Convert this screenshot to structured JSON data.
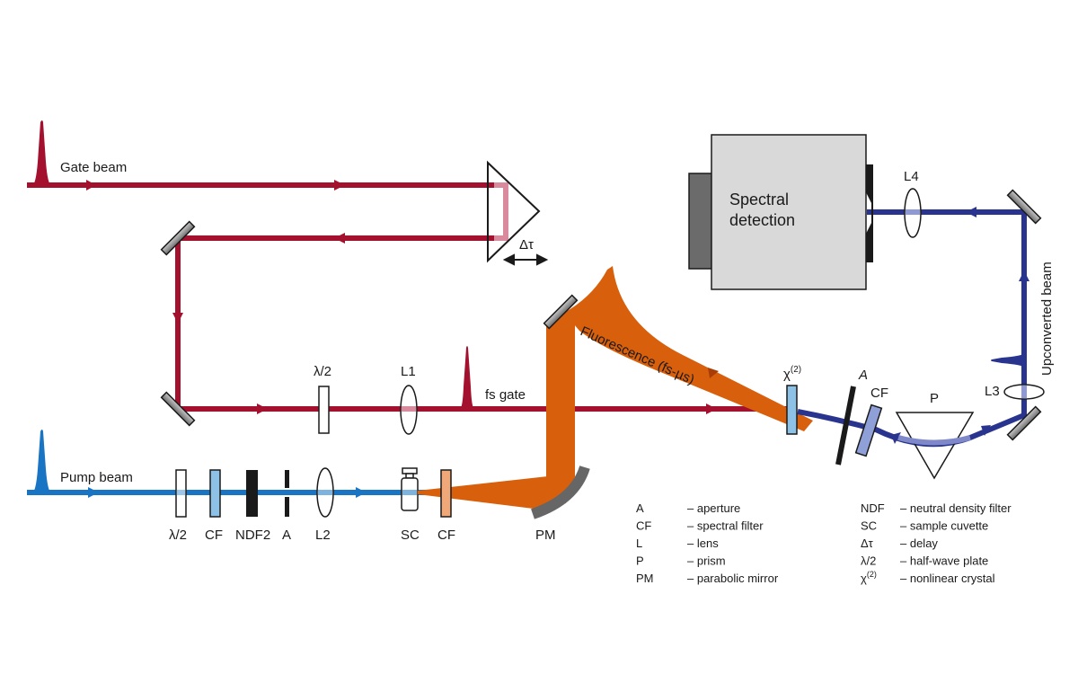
{
  "colors": {
    "gate": "#a3112e",
    "gate_light": "#d98a9c",
    "pump": "#1a74c4",
    "fluor": "#d85f0c",
    "upconv": "#29348f",
    "filter_blue": "#8dc1e6",
    "filter_orange": "#f0a878",
    "detector_fill": "#d9d9d9",
    "detector_dark": "#6b6b6b",
    "parabolic": "#666666"
  },
  "labels": {
    "gate_beam": "Gate beam",
    "pump_beam": "Pump beam",
    "delay": "Δτ",
    "half_wave_top": "λ/2",
    "l1": "L1",
    "fs_gate": "fs gate",
    "fluorescence": "Fluorescence (fs-µs)",
    "chi": "χ",
    "chi_sup": "(2)",
    "aperture_a": "A",
    "cf_top": "CF",
    "prism_p": "P",
    "l3": "L3",
    "l4": "L4",
    "upconverted": "Upconverted beam",
    "spectral_line1": "Spectral",
    "spectral_line2": "detection",
    "bottom_half_wave": "λ/2",
    "bottom_cf1": "CF",
    "bottom_ndf2": "NDF2",
    "bottom_a": "A",
    "bottom_l2": "L2",
    "bottom_sc": "SC",
    "bottom_cf2": "CF",
    "bottom_pm": "PM"
  },
  "legend_left": [
    {
      "key": "A",
      "desc": "– aperture"
    },
    {
      "key": "CF",
      "desc": "– spectral filter"
    },
    {
      "key": "L",
      "desc": "– lens"
    },
    {
      "key": "P",
      "desc": "– prism"
    },
    {
      "key": "PM",
      "desc": "– parabolic mirror"
    }
  ],
  "legend_right": [
    {
      "key": "NDF",
      "desc": "– neutral density filter"
    },
    {
      "key": "SC",
      "desc": "– sample cuvette"
    },
    {
      "key": "Δτ",
      "desc": "– delay"
    },
    {
      "key": "λ/2",
      "desc": "– half-wave plate"
    },
    {
      "key": "χ",
      "sup": "(2)",
      "desc": "– nonlinear crystal"
    }
  ]
}
